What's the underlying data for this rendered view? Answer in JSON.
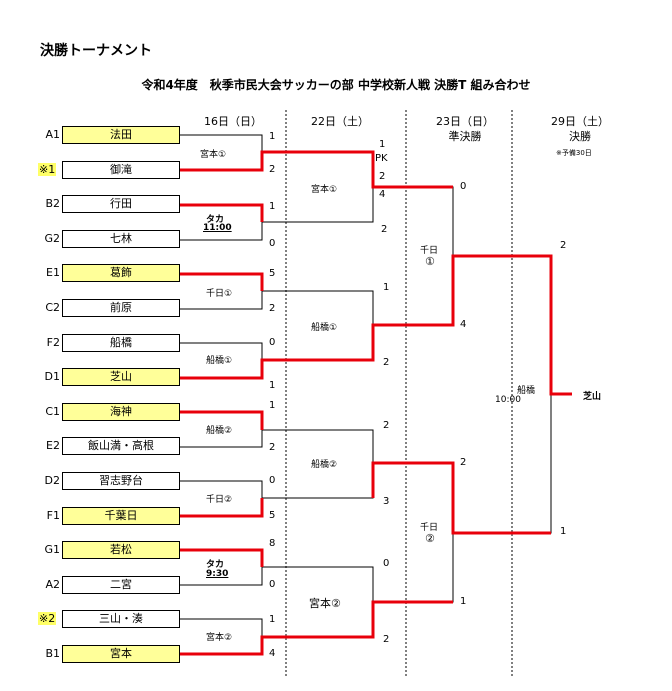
{
  "title": "決勝トーナメント",
  "subtitle": "令和4年度　秋季市民大会サッカーの部 中学校新人戦 決勝T 組み合わせ",
  "columns": [
    {
      "date": "16日（日）"
    },
    {
      "date": "22日（土）"
    },
    {
      "date": "23日（日）",
      "stage": "準決勝"
    },
    {
      "date": "29日（土）",
      "stage": "決勝",
      "note": "※予備30日"
    }
  ],
  "teams": [
    {
      "seed": "A1",
      "name": "法田",
      "highlight": true,
      "seed_highlight": false
    },
    {
      "seed": "※1",
      "name": "御滝",
      "highlight": false,
      "seed_highlight": true
    },
    {
      "seed": "B2",
      "name": "行田",
      "highlight": false,
      "seed_highlight": false
    },
    {
      "seed": "G2",
      "name": "七林",
      "highlight": false,
      "seed_highlight": false
    },
    {
      "seed": "E1",
      "name": "葛飾",
      "highlight": true,
      "seed_highlight": false
    },
    {
      "seed": "C2",
      "name": "前原",
      "highlight": false,
      "seed_highlight": false
    },
    {
      "seed": "F2",
      "name": "船橋",
      "highlight": false,
      "seed_highlight": false
    },
    {
      "seed": "D1",
      "name": "芝山",
      "highlight": true,
      "seed_highlight": false
    },
    {
      "seed": "C1",
      "name": "海神",
      "highlight": true,
      "seed_highlight": false
    },
    {
      "seed": "E2",
      "name": "飯山満・高根",
      "highlight": false,
      "seed_highlight": false
    },
    {
      "seed": "D2",
      "name": "習志野台",
      "highlight": false,
      "seed_highlight": false
    },
    {
      "seed": "F1",
      "name": "千葉日",
      "highlight": true,
      "seed_highlight": false
    },
    {
      "seed": "G1",
      "name": "若松",
      "highlight": true,
      "seed_highlight": false
    },
    {
      "seed": "A2",
      "name": "二宮",
      "highlight": false,
      "seed_highlight": false
    },
    {
      "seed": "※2",
      "name": "三山・湊",
      "highlight": false,
      "seed_highlight": true
    },
    {
      "seed": "B1",
      "name": "宮本",
      "highlight": true,
      "seed_highlight": false
    }
  ],
  "round1": [
    {
      "venue": "宮本①",
      "time": "",
      "scores": [
        "1",
        "2"
      ]
    },
    {
      "venue": "タカ",
      "time": "11:00",
      "scores": [
        "1",
        "0"
      ]
    },
    {
      "venue": "千日①",
      "time": "",
      "scores": [
        "5",
        "2"
      ]
    },
    {
      "venue": "船橋①",
      "time": "",
      "scores": [
        "0",
        "1"
      ]
    },
    {
      "venue": "船橋②",
      "time": "",
      "scores": [
        "1",
        "2"
      ]
    },
    {
      "venue": "千日②",
      "time": "",
      "scores": [
        "0",
        "5"
      ]
    },
    {
      "venue": "タカ",
      "time": "9:30",
      "scores": [
        "8",
        "0"
      ]
    },
    {
      "venue": "宮本②",
      "time": "",
      "scores": [
        "1",
        "4"
      ]
    }
  ],
  "round2": [
    {
      "venue": "宮本①",
      "scores": [
        "1",
        "2"
      ],
      "pk": "PK",
      "pk_scores": [
        "2",
        "4"
      ]
    },
    {
      "venue": "船橋①",
      "scores": [
        "1",
        "2"
      ]
    },
    {
      "venue": "船橋②",
      "scores": [
        "2",
        "3"
      ]
    },
    {
      "venue": "宮本②",
      "scores": [
        "0",
        "2"
      ]
    }
  ],
  "semis": [
    {
      "venue": "千日\n①",
      "venue_line1": "千日",
      "venue_line2": "①",
      "scores": [
        "0",
        "4"
      ]
    },
    {
      "venue_line1": "千日",
      "venue_line2": "②",
      "scores": [
        "2",
        "1"
      ]
    }
  ],
  "final": {
    "venue": "船橋",
    "time": "10:00",
    "scores": [
      "2",
      "1"
    ],
    "champion": "芝山"
  }
}
